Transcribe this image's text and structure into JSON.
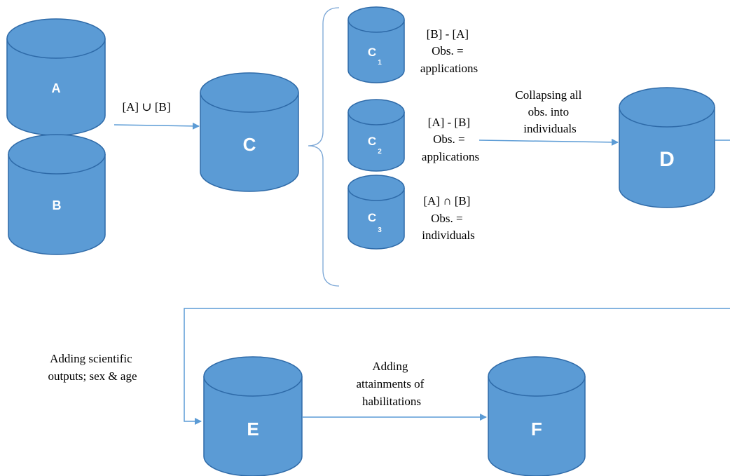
{
  "colors": {
    "cylinder_fill": "#5b9bd5",
    "cylinder_stroke": "#2e6aa8",
    "arrow": "#5b9bd5",
    "brace": "#7aa6d6"
  },
  "nodes": {
    "a": {
      "label": "A"
    },
    "b": {
      "label": "B"
    },
    "c": {
      "label": "C"
    },
    "c1": {
      "label": "C",
      "subscript": "1"
    },
    "c2": {
      "label": "C",
      "subscript": "2"
    },
    "c3": {
      "label": "C",
      "subscript": "3"
    },
    "d": {
      "label": "D"
    },
    "e": {
      "label": "E"
    },
    "f": {
      "label": "F"
    }
  },
  "annotations": {
    "union": "[A] ∪ [B]",
    "c1": [
      "[B] - [A]",
      "Obs. =",
      "applications"
    ],
    "c2": [
      "[A] - [B]",
      "Obs. =",
      "applications"
    ],
    "c3": [
      "[A] ∩ [B]",
      "Obs. =",
      "individuals"
    ],
    "collapse": [
      "Collapsing all",
      "obs. into",
      "individuals"
    ],
    "scientific": [
      "Adding scientific",
      "outputs; sex & age"
    ],
    "habilitations": [
      "Adding",
      "attainments of",
      "habilitations"
    ]
  }
}
